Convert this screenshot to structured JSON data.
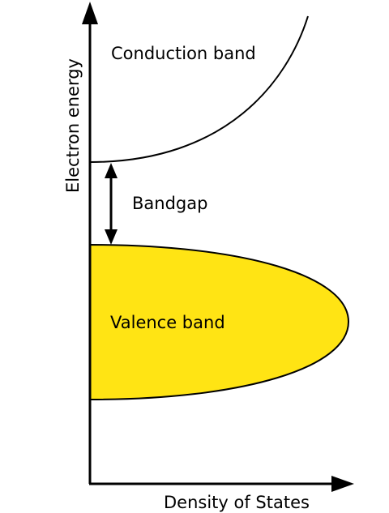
{
  "labels": {
    "conduction": "Conduction band",
    "bandgap": "Bandgap",
    "valence": "Valence band",
    "y_axis": "Electron energy",
    "x_axis": "Density of States"
  },
  "colors": {
    "valence_fill": "#FFE414",
    "stroke": "#000000",
    "background": "#FFFFFF"
  }
}
